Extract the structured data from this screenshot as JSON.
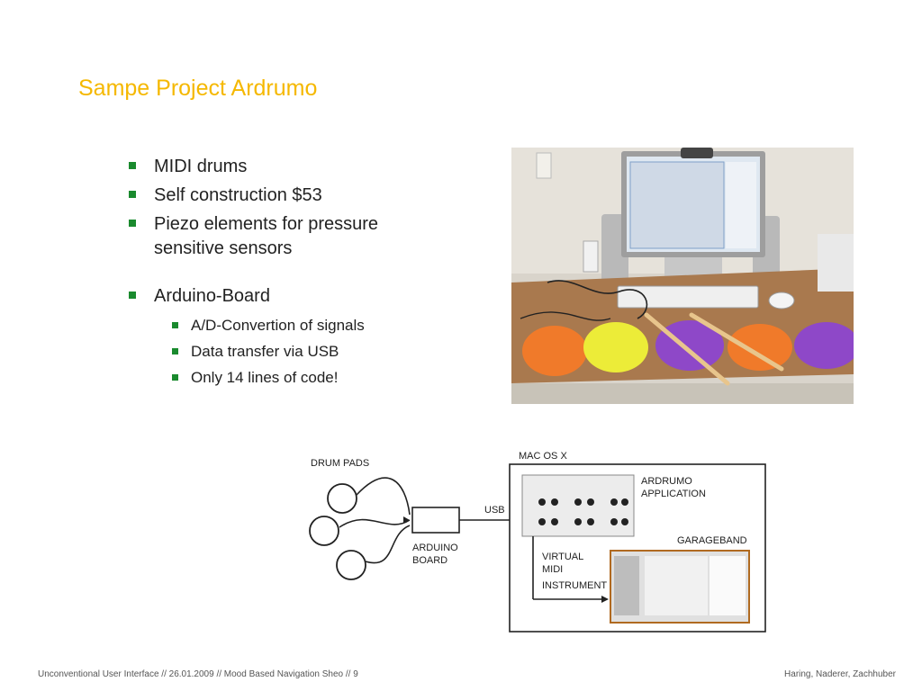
{
  "slide": {
    "title": "Sampe Project Ardrumo"
  },
  "bullets": [
    {
      "text": "MIDI drums"
    },
    {
      "text": "Self construction $53"
    },
    {
      "text": "Piezo elements for pressure sensitive sensors"
    },
    {
      "text": "Arduino-Board",
      "sub": [
        "A/D-Convertion of signals",
        "Data transfer via USB",
        "Only 14 lines of code!"
      ]
    }
  ],
  "diagram": {
    "drum_pads": "DRUM PADS",
    "mac_os": "MAC OS X",
    "usb": "USB",
    "arduino_line1": "ARDUINO",
    "arduino_line2": "BOARD",
    "app_line1": "ARDRUMO",
    "app_line2": "APPLICATION",
    "garageband": "GARAGEBAND",
    "virtual_line1": "VIRTUAL",
    "virtual_line2": "MIDI",
    "virtual_line3": "INSTRUMENT"
  },
  "footer": {
    "left": "Unconventional User Interface // 26.01.2009 // Mood Based Navigation Sheo // 9",
    "right": "Haring, Naderer, Zachhuber"
  },
  "colors": {
    "title": "#f5b800",
    "bullet": "#1a8a2e"
  }
}
